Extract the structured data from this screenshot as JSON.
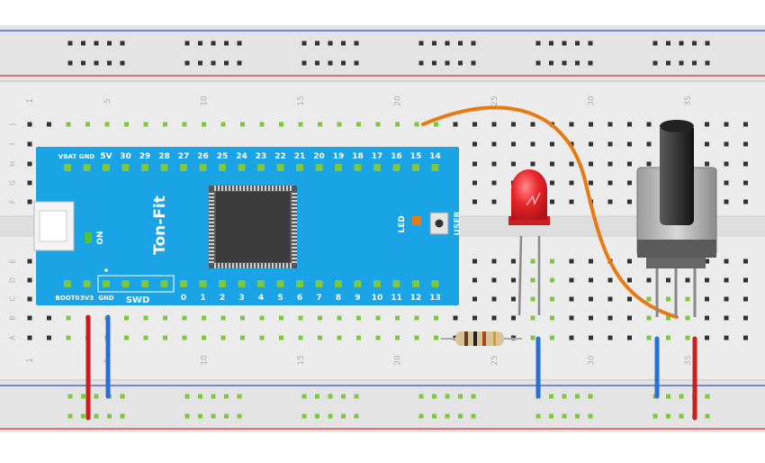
{
  "board": {
    "name": "Ton-Fit",
    "top_pins": [
      "VBAT",
      "GND",
      "5V",
      "30",
      "29",
      "28",
      "27",
      "26",
      "25",
      "24",
      "23",
      "22",
      "21",
      "20",
      "19",
      "18",
      "17",
      "16",
      "15",
      "14"
    ],
    "bottom_pins": [
      "BOOT0",
      "3V3",
      "GND",
      "",
      "",
      "",
      "0",
      "1",
      "2",
      "3",
      "4",
      "5",
      "6",
      "7",
      "8",
      "9",
      "10",
      "11",
      "12",
      "13"
    ],
    "swd_label": "SWD",
    "on_label": "ON",
    "led_label": "LED",
    "user_label": "USER",
    "color": "#1aa4e6"
  },
  "breadboard": {
    "column_numbers": [
      "1",
      "5",
      "10",
      "15",
      "20",
      "25",
      "30",
      "35"
    ],
    "row_letters_top": [
      "J",
      "I",
      "H",
      "G",
      "F"
    ],
    "row_letters_bottom": [
      "E",
      "D",
      "C",
      "B",
      "A"
    ]
  },
  "colors": {
    "wire_power": "#c81e1e",
    "wire_ground": "#2a6fd6",
    "wire_signal": "#e87a12",
    "led": "#e8262b",
    "rail_red": "#d23030",
    "rail_blue": "#3050c8",
    "hole_active": "#7ec840"
  }
}
